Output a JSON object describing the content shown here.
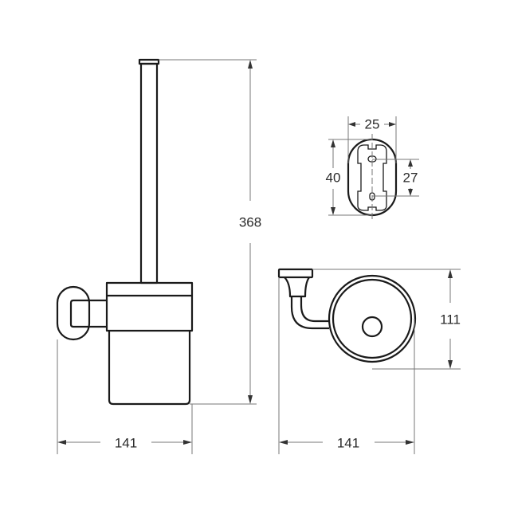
{
  "drawing": {
    "front_view": {
      "height_label": "368",
      "width_label": "141"
    },
    "mount_plate_view": {
      "width_label": "25",
      "height_label": "40",
      "hole_spacing_label": "27"
    },
    "top_view": {
      "depth_label": "111",
      "width_label": "141"
    }
  }
}
